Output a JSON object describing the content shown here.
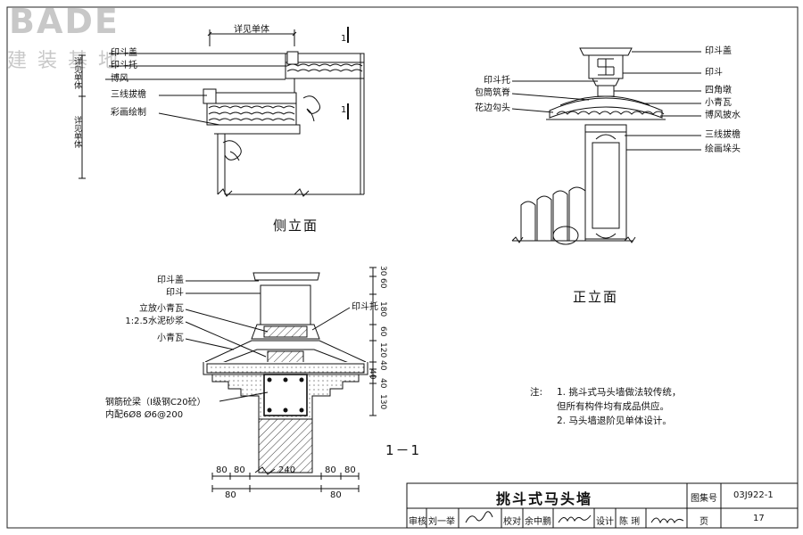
{
  "logo": {
    "brand": "BADE",
    "subtitle": "建装基地"
  },
  "side_elevation": {
    "title": "侧立面",
    "top_ref": "详见单体",
    "left_ref_1": "详见单体",
    "left_ref_2": "详见单体",
    "section_mark": "1",
    "labels": [
      "印斗盖",
      "印斗托",
      "博风",
      "三线拔檐",
      "彩画绘制"
    ]
  },
  "front_elevation": {
    "title": "正立面",
    "labels_right": [
      "印斗盖",
      "印斗",
      "四角墩",
      "小青瓦",
      "博风披水",
      "三线拔檐",
      "绘画垛头"
    ],
    "labels_left": [
      "印斗托",
      "包筒筑脊",
      "花边勾头"
    ]
  },
  "section": {
    "title": "1－1",
    "labels_left": [
      "印斗盖",
      "印斗",
      "立放小青瓦",
      "1:2.5水泥砂浆",
      "小青瓦"
    ],
    "label_right": "印斗托",
    "beam_note_1": "钢筋砼梁（I级钢C20砼）",
    "beam_note_2": "内配6Ø8  Ø6@200",
    "dims_right": [
      "30",
      "60",
      "180",
      "60",
      "120",
      "40",
      "40",
      "40",
      "130"
    ],
    "dims_bottom_1": [
      "80",
      "80",
      "240",
      "80",
      "80"
    ],
    "dims_bottom_2": [
      "80",
      "80"
    ]
  },
  "notes": {
    "heading": "注:",
    "items": [
      "1.  挑斗式马头墙做法较传统，",
      "     但所有构件均有成品供应。",
      "2.  马头墙退阶见单体设计。"
    ]
  },
  "title_block": {
    "drawing_title": "挑斗式马头墙",
    "atlas_label": "图集号",
    "atlas_no": "03J922-1",
    "page_label": "页",
    "page_no": "17",
    "review_label": "审核",
    "reviewer": "刘一举",
    "check_label": "校对",
    "checker": "余中鹏",
    "design_label": "设计",
    "designer": "陈 琍"
  }
}
